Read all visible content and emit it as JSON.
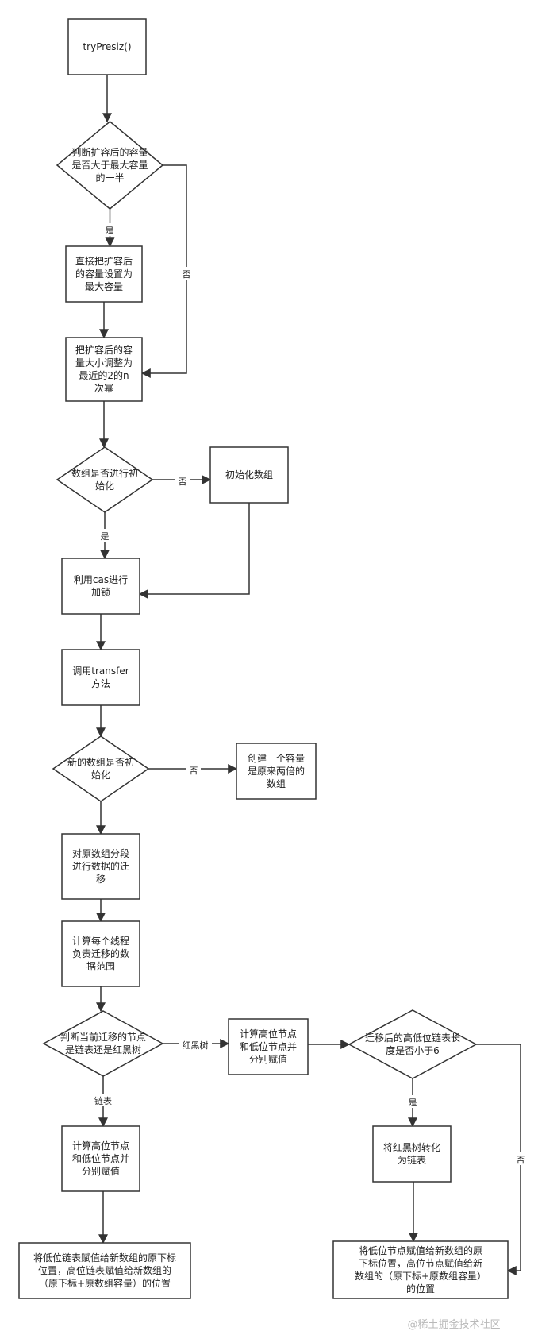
{
  "nodes": [
    {
      "id": "start",
      "shape": "rect",
      "lines": [
        "tryPresiz()"
      ]
    },
    {
      "id": "d1",
      "shape": "diamond",
      "lines": [
        "判断扩容后的容量",
        "是否大于最大容量",
        "的一半"
      ]
    },
    {
      "id": "r1",
      "shape": "rect",
      "lines": [
        "直接把扩容后",
        "的容量设置为",
        "最大容量"
      ]
    },
    {
      "id": "r2",
      "shape": "rect",
      "lines": [
        "把扩容后的容",
        "量大小调整为",
        "最近的2的n",
        "次幂"
      ]
    },
    {
      "id": "d2",
      "shape": "diamond",
      "lines": [
        "数组是否进行初",
        "始化"
      ]
    },
    {
      "id": "r3",
      "shape": "rect",
      "lines": [
        "初始化数组"
      ]
    },
    {
      "id": "r4",
      "shape": "rect",
      "lines": [
        "利用cas进行",
        "加锁"
      ]
    },
    {
      "id": "r5",
      "shape": "rect",
      "lines": [
        "调用transfer",
        "方法"
      ]
    },
    {
      "id": "d3",
      "shape": "diamond",
      "lines": [
        "新的数组是否初",
        "始化"
      ]
    },
    {
      "id": "r6",
      "shape": "rect",
      "lines": [
        "创建一个容量",
        "是原来两倍的",
        "数组"
      ]
    },
    {
      "id": "r7",
      "shape": "rect",
      "lines": [
        "对原数组分段",
        "进行数据的迁",
        "移"
      ]
    },
    {
      "id": "r8",
      "shape": "rect",
      "lines": [
        "计算每个线程",
        "负责迁移的数",
        "据范围"
      ]
    },
    {
      "id": "d4",
      "shape": "diamond",
      "lines": [
        "判断当前迁移的节点",
        "是链表还是红黑树"
      ]
    },
    {
      "id": "r9",
      "shape": "rect",
      "lines": [
        "计算高位节点",
        "和低位节点并",
        "分别赋值"
      ]
    },
    {
      "id": "d5",
      "shape": "diamond",
      "lines": [
        "迁移后的高低位链表长",
        "度是否小于6"
      ]
    },
    {
      "id": "r10",
      "shape": "rect",
      "lines": [
        "计算高位节点",
        "和低位节点并",
        "分别赋值"
      ]
    },
    {
      "id": "r11",
      "shape": "rect",
      "lines": [
        "将红黑树转化",
        "为链表"
      ]
    },
    {
      "id": "r12",
      "shape": "rect",
      "lines": [
        "将低位链表赋值给新数组的原下标",
        "位置，高位链表赋值给新数组的",
        "（原下标+原数组容量）的位置"
      ]
    },
    {
      "id": "r13",
      "shape": "rect",
      "lines": [
        "将低位节点赋值给新数组的原",
        "下标位置，高位节点赋值给新",
        "数组的（原下标+原数组容量）",
        "的位置"
      ]
    }
  ],
  "edges": [
    {
      "id": "e1",
      "from": "start",
      "to": "d1",
      "label": ""
    },
    {
      "id": "e2",
      "from": "d1",
      "to": "r1",
      "label": "是"
    },
    {
      "id": "e3",
      "from": "d1",
      "to": "r2",
      "label": "否"
    },
    {
      "id": "e4",
      "from": "r1",
      "to": "r2",
      "label": ""
    },
    {
      "id": "e5",
      "from": "r2",
      "to": "d2",
      "label": ""
    },
    {
      "id": "e6",
      "from": "d2",
      "to": "r3",
      "label": "否"
    },
    {
      "id": "e7",
      "from": "d2",
      "to": "r4",
      "label": "是"
    },
    {
      "id": "e8",
      "from": "r3",
      "to": "r4",
      "label": ""
    },
    {
      "id": "e9",
      "from": "r4",
      "to": "r5",
      "label": ""
    },
    {
      "id": "e10",
      "from": "r5",
      "to": "d3",
      "label": ""
    },
    {
      "id": "e11",
      "from": "d3",
      "to": "r6",
      "label": "否"
    },
    {
      "id": "e12",
      "from": "d3",
      "to": "r7",
      "label": ""
    },
    {
      "id": "e13",
      "from": "r7",
      "to": "r8",
      "label": ""
    },
    {
      "id": "e14",
      "from": "r8",
      "to": "d4",
      "label": ""
    },
    {
      "id": "e15",
      "from": "d4",
      "to": "r9",
      "label": "红黑树"
    },
    {
      "id": "e16",
      "from": "d4",
      "to": "r10",
      "label": "链表"
    },
    {
      "id": "e17",
      "from": "r9",
      "to": "d5",
      "label": ""
    },
    {
      "id": "e18",
      "from": "d5",
      "to": "r11",
      "label": "是"
    },
    {
      "id": "e19",
      "from": "d5",
      "to": "r13",
      "label": "否"
    },
    {
      "id": "e20",
      "from": "r10",
      "to": "r12",
      "label": ""
    },
    {
      "id": "e21",
      "from": "r11",
      "to": "r13",
      "label": ""
    }
  ],
  "watermark": "@稀土掘金技术社区",
  "colors": {
    "stroke": "#333333",
    "text": "#222222",
    "background": "#ffffff",
    "watermark": "#b9b9b9"
  }
}
